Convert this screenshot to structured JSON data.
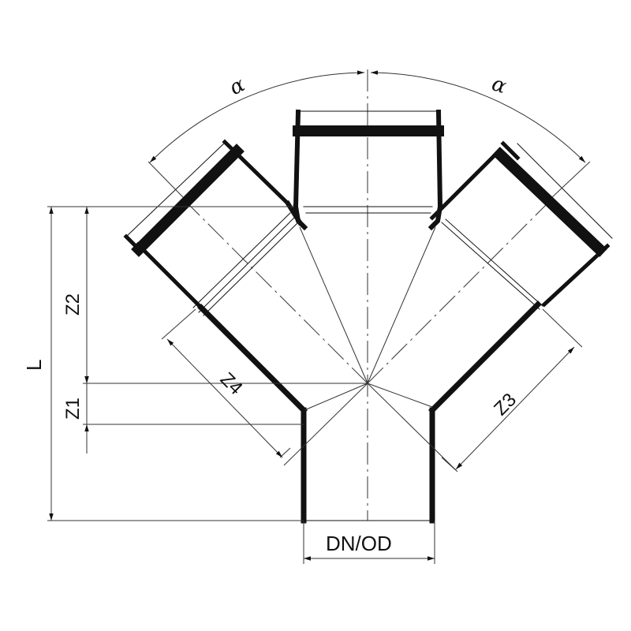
{
  "drawing": {
    "title": "Double Y-branch pipe fitting",
    "colors": {
      "background": "#ffffff",
      "line": "#111111",
      "thin": "#444444"
    },
    "labels": {
      "alpha_left": "α",
      "alpha_right": "α",
      "L": "L",
      "Z1": "Z1",
      "Z2": "Z2",
      "Z3": "Z3",
      "Z4": "Z4",
      "diameter": "DN/OD"
    }
  }
}
